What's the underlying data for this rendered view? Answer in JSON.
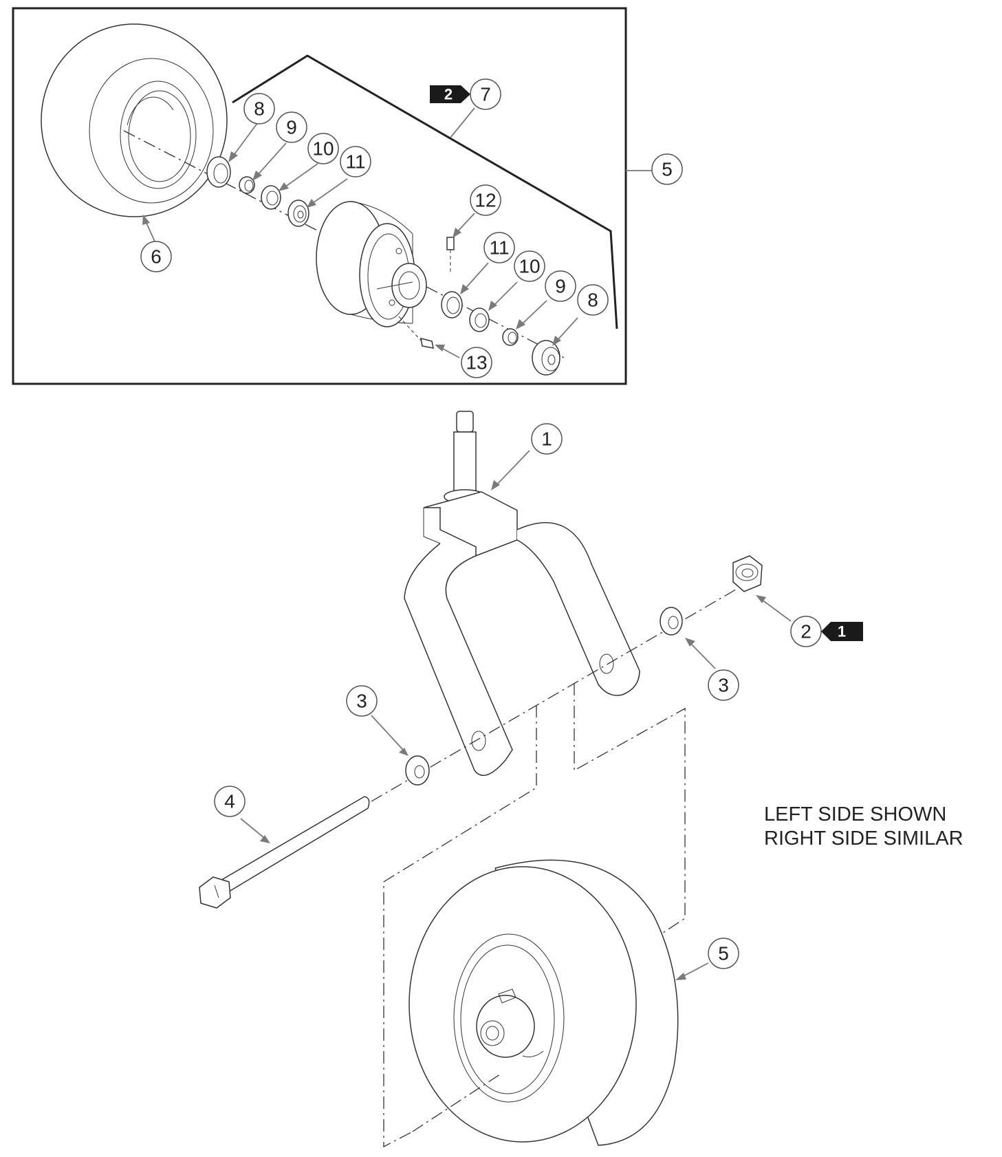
{
  "callouts": {
    "c1": "1",
    "c2": "2",
    "c3a": "3",
    "c3b": "3",
    "c4": "4",
    "c5a": "5",
    "c5b": "5",
    "c6": "6",
    "c7": "7",
    "c8a": "8",
    "c8b": "8",
    "c9a": "9",
    "c9b": "9",
    "c10a": "10",
    "c10b": "10",
    "c11a": "11",
    "c11b": "11",
    "c12": "12",
    "c13": "13"
  },
  "tags": {
    "t1": "1",
    "t2": "2"
  },
  "note": {
    "line1": "LEFT SIDE SHOWN",
    "line2": "RIGHT SIDE SIMILAR"
  }
}
